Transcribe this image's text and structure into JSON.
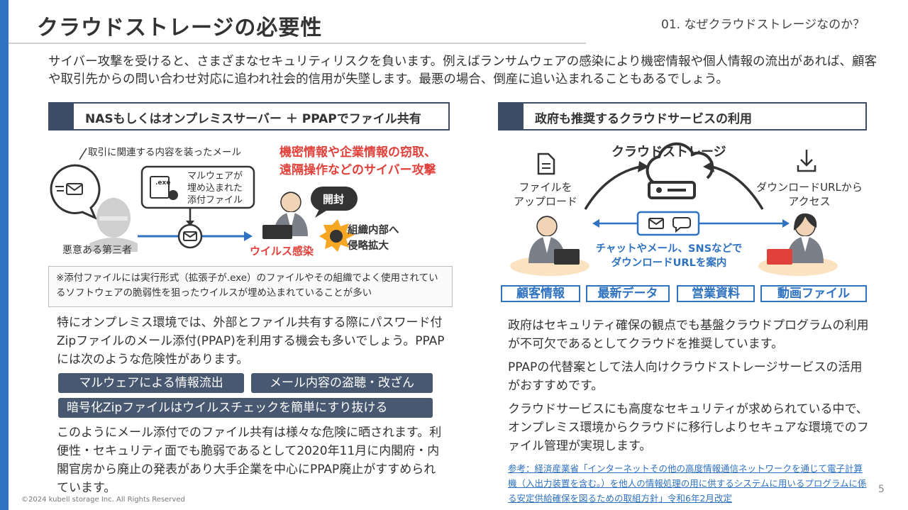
{
  "page": {
    "title": "クラウドストレージの必要性",
    "section_no": "01. なぜクラウドストレージなのか？",
    "lead": "サイバー攻撃を受けると、さまざまなセキュリティリスクを負います。例えばランサムウェアの感染により機密情報や個人情報の流出があれば、顧客や取引先からの問い合わせ対応に追われ社会的信用が失墜します。最悪の場合、倒産に追い込まれることもあるでしょう。",
    "page_number": "5",
    "copyright": "©2024 kubell storage Inc. All Rights Reserved"
  },
  "left": {
    "heading": "NASもしくはオンプレミスサーバー ＋ PPAPでファイル共有",
    "diagram": {
      "mail_caption": "取引に関連する内容を装ったメール",
      "attacker_label": "悪意ある第三者",
      "attachment_text": [
        "マルウェアが",
        "埋め込まれた",
        "添付ファイル"
      ],
      "exe_label": ".exe",
      "open_bubble": "開封",
      "infection_label": "ウイルス感染",
      "spread_label": [
        "組織内部へ",
        "侵略拡大"
      ],
      "threat_title": [
        "機密情報や企業情報の窃取、",
        "遠隔操作などのサイバー攻撃"
      ]
    },
    "note": "※添付ファイルには実行形式（拡張子が.exe）のファイルやその組織でよく使用されているソフトウェアの脆弱性を狙ったウイルスが埋め込まれていることが多い",
    "para1": "特にオンプレミス環境では、外部とファイル共有する際にパスワード付Zipファイルのメール添付(PPAP)を利用する機会も多いでしょう。PPAPには次のような危険性があります。",
    "risks": [
      "マルウェアによる情報流出",
      "メール内容の盗聴・改ざん",
      "暗号化Zipファイルはウイルスチェックを簡単にすり抜ける"
    ],
    "para2": "このようにメール添付でのファイル共有は様々な危険に晒されます。利便性・セキュリティ面でも脆弱であるとして2020年11月に内閣府・内閣官房から廃止の発表があり大手企業を中心にPPAP廃止がすすめられています。"
  },
  "right": {
    "heading": "政府も推奨するクラウドサービスの利用",
    "diagram": {
      "cloud_label": "クラウドストレージ",
      "upload_label": [
        "ファイルを",
        "アップロード"
      ],
      "download_label": [
        "ダウンロードURLから",
        "アクセス"
      ],
      "guide_label": [
        "チャットやメール、SNSなどで",
        "ダウンロードURLを案内"
      ]
    },
    "categories": [
      "顧客情報",
      "最新データ",
      "営業資料",
      "動画ファイル"
    ],
    "paras": [
      "政府はセキュリティ確保の観点でも基盤クラウドプログラムの利用が不可欠であるとしてクラウドを推奨しています。",
      "PPAPの代替案として法人向けクラウドストレージサービスの活用がおすすめです。",
      "クラウドサービスにも高度なセキュリティが求められている中で、オンプレミス環境からクラウドに移行しよりセキュアな環境でのファイル管理が実現します。"
    ],
    "reference": "参考：経済産業省「インターネットその他の高度情報通信ネットワークを通じて電子計算機（入出力装置を含む。）を他人の情報処理の用に供するシステムに用いるプログラムに係る安定供給確保を図るための取組方針」令和6年2月改定"
  },
  "colors": {
    "accent_blue": "#2f72c0",
    "navy": "#3d4d66",
    "tag_bg": "#485871",
    "alert_red": "#e0413a"
  }
}
